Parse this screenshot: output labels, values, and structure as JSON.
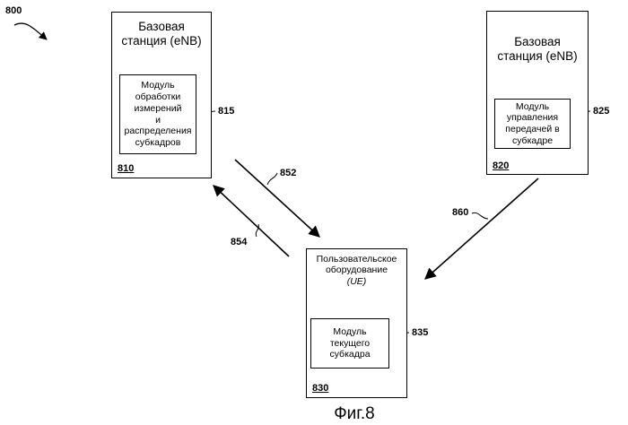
{
  "figure": {
    "number": "800",
    "caption": "Фиг.8"
  },
  "bs1": {
    "title": "Базовая\nстанция (eNB)",
    "module": "Модуль\nобработки\nизмерений\nи\nраспределения\nсубкадров",
    "box_number": "810",
    "module_ref": "815"
  },
  "bs2": {
    "title": "Базовая\nстанция (eNB)",
    "module": "Модуль\nуправления\nпередачей в\nсубкадре",
    "box_number": "820",
    "module_ref": "825"
  },
  "ue": {
    "title": "Пользовательское\nоборудование",
    "subtitle": "(UE)",
    "module": "Модуль\nтекущего\nсубкадра",
    "box_number": "830",
    "module_ref": "835"
  },
  "links": {
    "l852": "852",
    "l854": "854",
    "l860": "860"
  }
}
